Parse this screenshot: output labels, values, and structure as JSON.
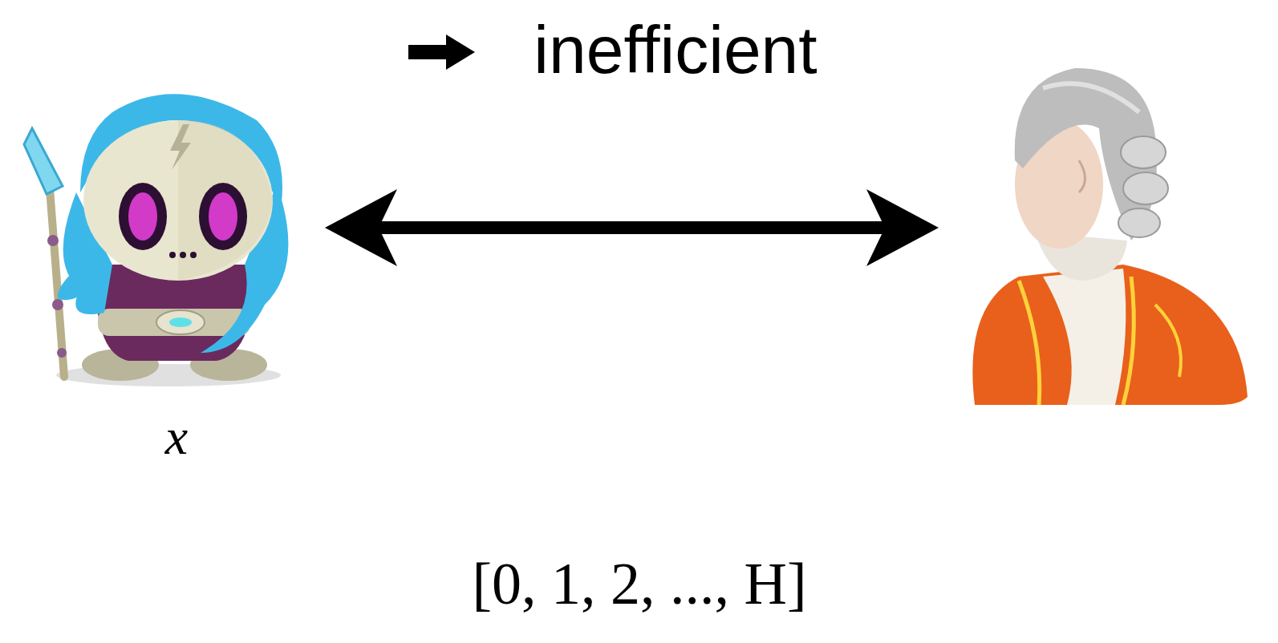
{
  "diagram": {
    "labels": [
      "inefficient",
      "x",
      "[0, 1, 2, ..., H]"
    ]
  }
}
